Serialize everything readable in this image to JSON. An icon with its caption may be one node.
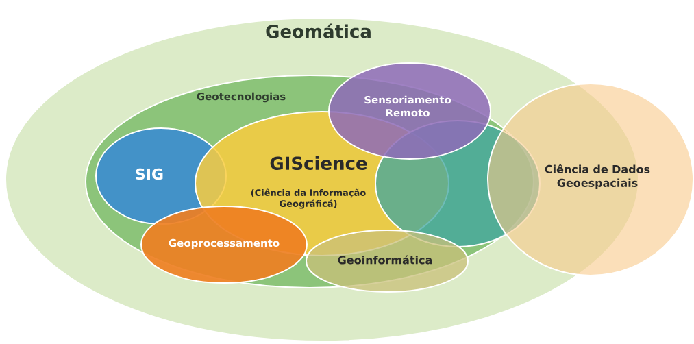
{
  "diagram": {
    "nodes": [
      {
        "text": [
          "Geomática"
        ]
      },
      {
        "text": [
          "Geotecnologias"
        ],
        "in": 0
      },
      {
        "text": [
          "Sensoriamento Remoto"
        ],
        "in": 0
      },
      {
        "text": [
          "SIG"
        ],
        "in": 1
      },
      {
        "text": [
          "GIScience",
          "(Ciência da Informação Geográficá)"
        ],
        "in": 1
      },
      {
        "text": [],
        "shape": "ellipse",
        "in": 1
      },
      {
        "text": [
          "Geoprocessamento"
        ],
        "in": 1
      },
      {
        "text": [
          "Geoinformática"
        ],
        "in": 1
      },
      {
        "text": [
          "Ciência de Dados Geoespaciais"
        ]
      }
    ],
    "edges": []
  }
}
